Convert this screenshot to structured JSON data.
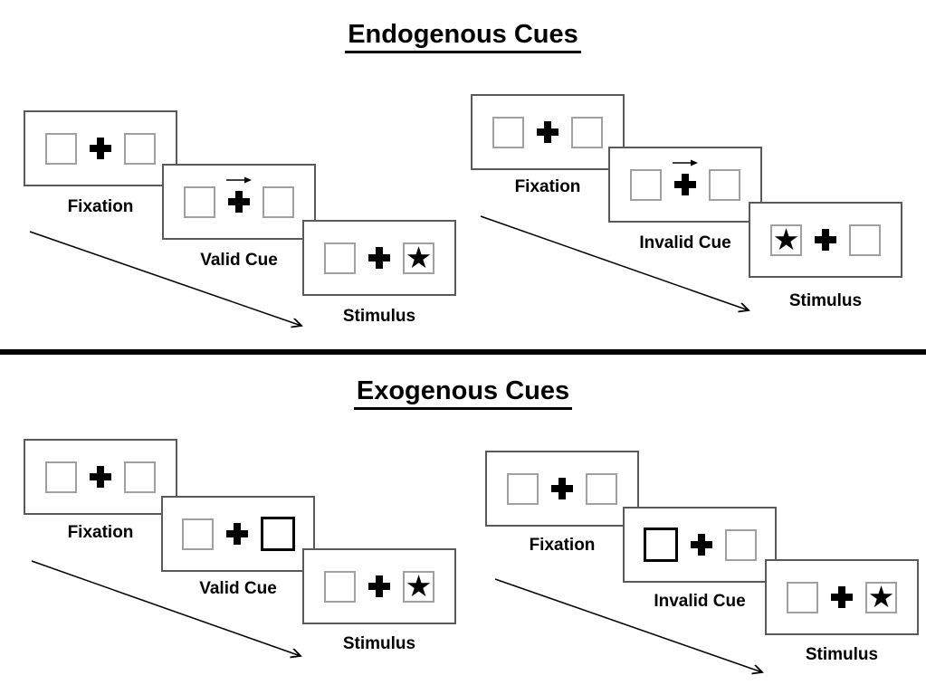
{
  "figure": {
    "description": "Posner attention cueing task diagram showing endogenous and exogenous cue trial sequences"
  },
  "icons": {
    "star": "★",
    "fixation_cross": "plus-cross",
    "endogenous_cue": "right-arrow"
  },
  "colors": {
    "background": "#ffffff",
    "ink": "#000000",
    "panel_border": "#595959",
    "square_border": "#a0a0a0"
  },
  "sections": [
    {
      "title": "Endogenous Cues",
      "sequences": [
        {
          "name": "endogenous-valid",
          "panels": [
            {
              "label": "Fixation",
              "type": "fixation"
            },
            {
              "label": "Valid Cue",
              "type": "arrow-cue",
              "cue_direction": "right"
            },
            {
              "label": "Stimulus",
              "type": "stimulus",
              "star_side": "right"
            }
          ]
        },
        {
          "name": "endogenous-invalid",
          "panels": [
            {
              "label": "Fixation",
              "type": "fixation"
            },
            {
              "label": "Invalid Cue",
              "type": "arrow-cue",
              "cue_direction": "right"
            },
            {
              "label": "Stimulus",
              "type": "stimulus",
              "star_side": "left"
            }
          ]
        }
      ]
    },
    {
      "title": "Exogenous Cues",
      "sequences": [
        {
          "name": "exogenous-valid",
          "panels": [
            {
              "label": "Fixation",
              "type": "fixation"
            },
            {
              "label": "Valid Cue",
              "type": "box-cue",
              "cue_side": "right"
            },
            {
              "label": "Stimulus",
              "type": "stimulus",
              "star_side": "right"
            }
          ]
        },
        {
          "name": "exogenous-invalid",
          "panels": [
            {
              "label": "Fixation",
              "type": "fixation"
            },
            {
              "label": "Invalid Cue",
              "type": "box-cue",
              "cue_side": "left"
            },
            {
              "label": "Stimulus",
              "type": "stimulus",
              "star_side": "right"
            }
          ]
        }
      ]
    }
  ]
}
